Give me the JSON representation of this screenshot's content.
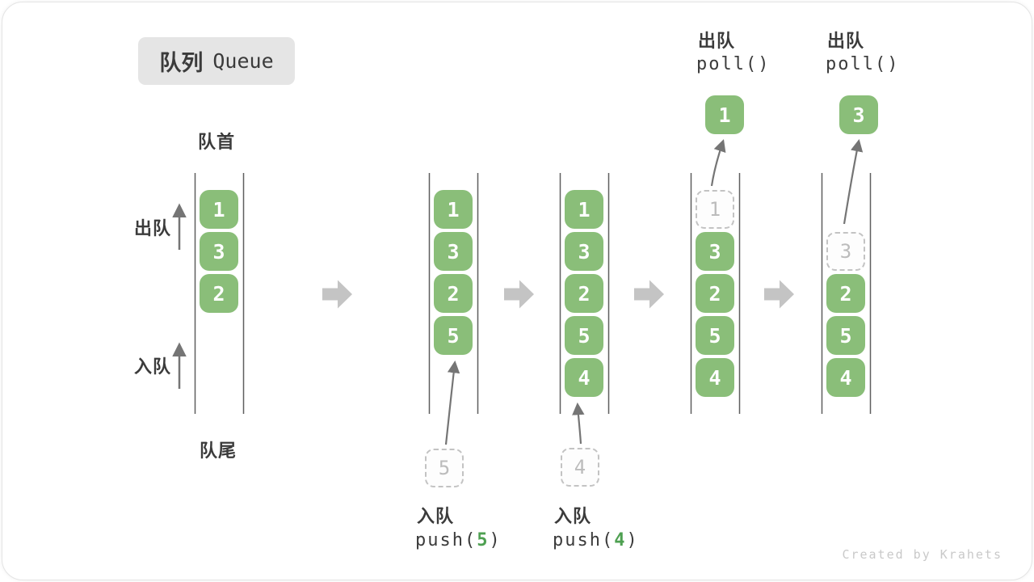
{
  "title": {
    "zh": "队列",
    "en": "Queue"
  },
  "labels": {
    "front": "队首",
    "rear": "队尾",
    "dequeue": "出队",
    "enqueue": "入队"
  },
  "colors": {
    "cell_green": "#8ABE79",
    "code_arg_green": "#4EA051",
    "arrow_gray": "#c4c4c4",
    "thin_arrow_gray": "#757575",
    "line_gray": "#5f5f5f",
    "text_dark": "#3b3b3b"
  },
  "stages": [
    {
      "cells": [
        "1",
        "3",
        "2"
      ]
    },
    {
      "cells": [
        "1",
        "3",
        "2",
        "5"
      ],
      "ghost": "5",
      "op": {
        "label": "入队",
        "code_pre": "push(",
        "arg": "5",
        "code_post": ")"
      }
    },
    {
      "cells": [
        "1",
        "3",
        "2",
        "5",
        "4"
      ],
      "ghost": "4",
      "op": {
        "label": "入队",
        "code_pre": "push(",
        "arg": "4",
        "code_post": ")"
      }
    },
    {
      "cells": [
        "3",
        "2",
        "5",
        "4"
      ],
      "ghost": "1",
      "popped": "1",
      "op": {
        "label": "出队",
        "code": "poll()"
      }
    },
    {
      "cells": [
        "2",
        "5",
        "4"
      ],
      "ghost": "3",
      "popped": "3",
      "op": {
        "label": "出队",
        "code": "poll()"
      }
    }
  ],
  "watermark": "Created by Krahets"
}
